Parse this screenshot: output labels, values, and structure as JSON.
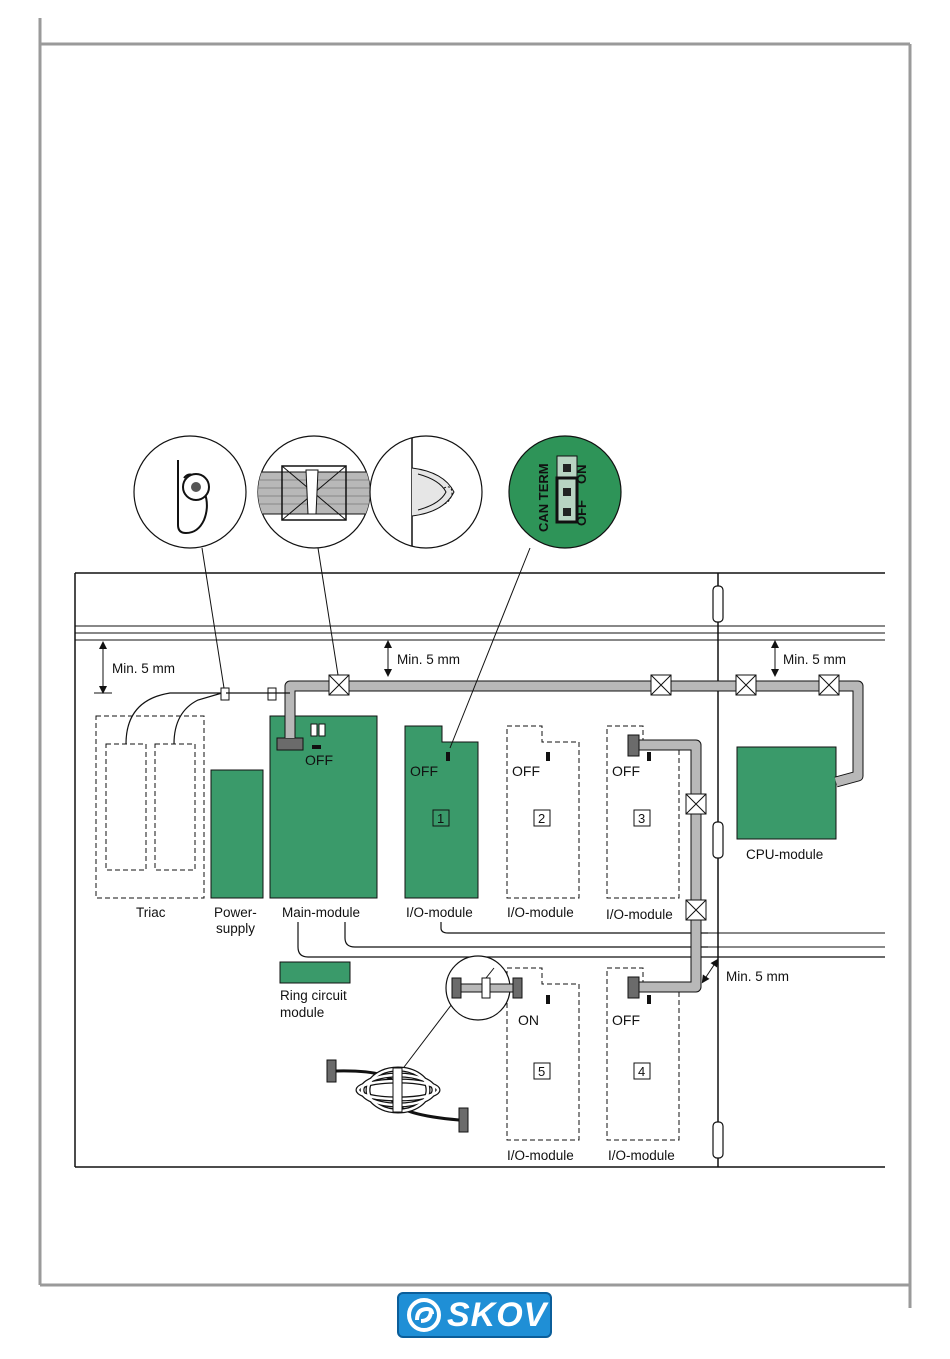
{
  "logo": {
    "text": "SKOV",
    "color": "#1f8fd6"
  },
  "detail_labels": {
    "can_term": "CAN TERM",
    "on": "ON",
    "off": "OFF"
  },
  "dimensions": {
    "min_left": "Min. 5 mm",
    "min_center": "Min. 5 mm",
    "min_right": "Min. 5 mm",
    "min_lower": "Min. 5 mm"
  },
  "modules": {
    "triac": "Triac",
    "power_line1": "Power-",
    "power_line2": "supply",
    "main": "Main-module",
    "cpu": "CPU-module",
    "ring_line1": "Ring circuit",
    "ring_line2": "module",
    "io_label": "I/O-module"
  },
  "io_modules": [
    {
      "number": "1",
      "switch": "OFF"
    },
    {
      "number": "2",
      "switch": "OFF"
    },
    {
      "number": "3",
      "switch": "OFF"
    },
    {
      "number": "4",
      "switch": "OFF"
    },
    {
      "number": "5",
      "switch": "ON"
    }
  ],
  "main_switch": "OFF",
  "colors": {
    "module_green": "#3a9a6a",
    "cable_gray": "#b8b8b8",
    "detail_green": "#2e9458"
  }
}
